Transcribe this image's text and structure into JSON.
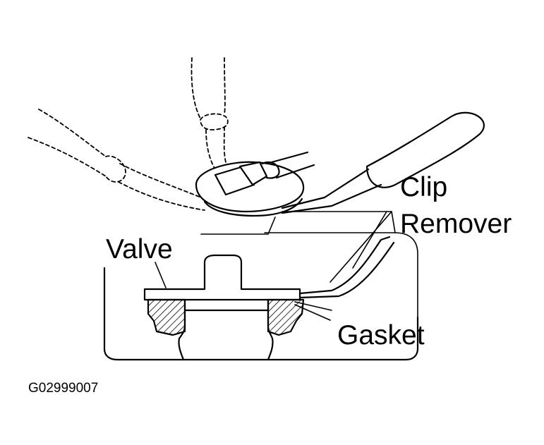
{
  "labels": {
    "clip": "Clip",
    "remover": "Remover",
    "valve": "Valve",
    "gasket": "Gasket",
    "figure_code": "G02999007"
  }
}
